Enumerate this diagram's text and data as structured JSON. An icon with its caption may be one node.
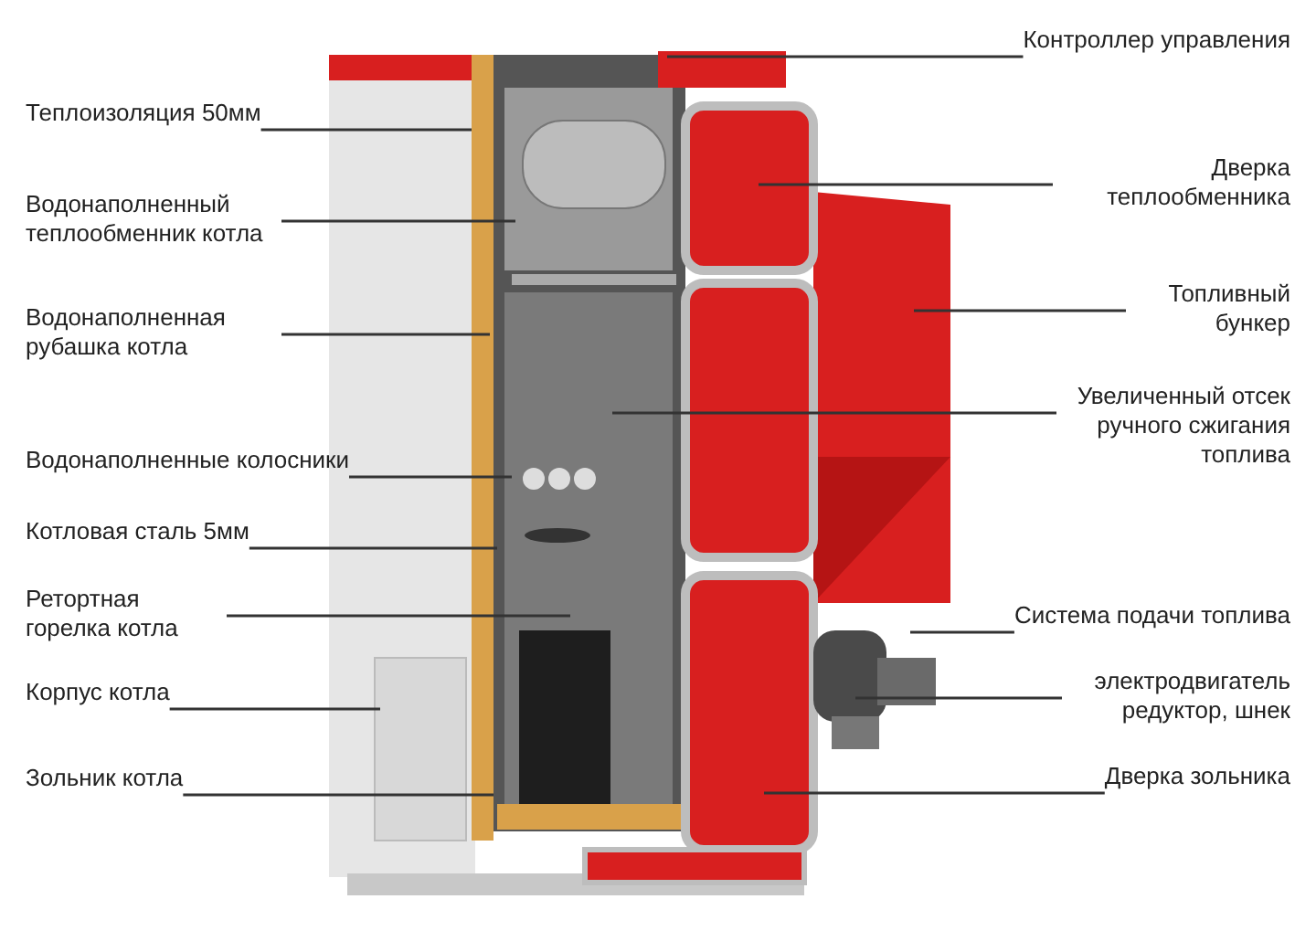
{
  "diagram": {
    "nodes": [
      {
        "text": [
          "Теплоизоляция  50мм"
        ]
      },
      {
        "text": [
          "Водонаполненный теплообменник котла"
        ]
      },
      {
        "text": [
          "Водонаполненная рубашка котла"
        ]
      },
      {
        "text": [
          "Водонаполненные колосники"
        ]
      },
      {
        "text": [
          "Котловая сталь 5мм"
        ]
      },
      {
        "text": [
          "Ретортная горелка котла"
        ]
      },
      {
        "text": [
          "Корпус котла"
        ]
      },
      {
        "text": [
          "Зольник котла"
        ]
      },
      {
        "text": [
          "Контроллер управления"
        ]
      },
      {
        "text": [
          "Дверка теплообменника"
        ]
      },
      {
        "text": [
          "Топливный бункер"
        ]
      },
      {
        "text": [
          "Увеличенный отсек ручного сжигания топлива"
        ]
      },
      {
        "text": [
          "Система подачи топлива"
        ]
      },
      {
        "text": [
          "электродвигатель редуктор, шнек"
        ]
      },
      {
        "text": [
          "Дверка зольника"
        ]
      }
    ],
    "edges": [
      {
        "from": 0,
        "to": null,
        "arrow": "none"
      },
      {
        "from": 1,
        "to": null,
        "arrow": "none"
      },
      {
        "from": 2,
        "to": null,
        "arrow": "none"
      },
      {
        "from": 3,
        "to": null,
        "arrow": "none"
      },
      {
        "from": 4,
        "to": null,
        "arrow": "none"
      },
      {
        "from": 5,
        "to": null,
        "arrow": "none"
      },
      {
        "from": 6,
        "to": null,
        "arrow": "none"
      },
      {
        "from": 7,
        "to": null,
        "arrow": "none"
      },
      {
        "from": 8,
        "to": null,
        "arrow": "none"
      },
      {
        "from": 9,
        "to": null,
        "arrow": "none"
      },
      {
        "from": 10,
        "to": null,
        "arrow": "none"
      },
      {
        "from": 11,
        "to": null,
        "arrow": "none"
      },
      {
        "from": 12,
        "to": null,
        "arrow": "none"
      },
      {
        "from": 13,
        "to": null,
        "arrow": "none"
      },
      {
        "from": 14,
        "to": null,
        "arrow": "none"
      }
    ]
  }
}
